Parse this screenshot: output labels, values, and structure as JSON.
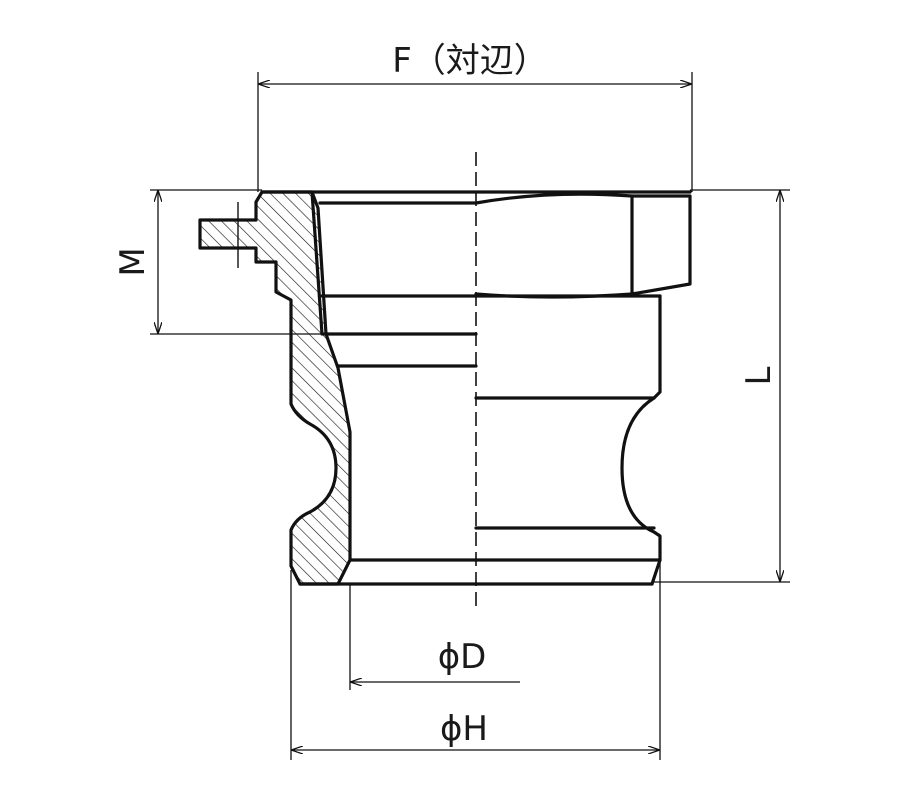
{
  "drawing": {
    "labels": {
      "f": "F（対辺）",
      "m": "M",
      "l": "L",
      "d": "ϕD",
      "h": "ϕH"
    }
  }
}
